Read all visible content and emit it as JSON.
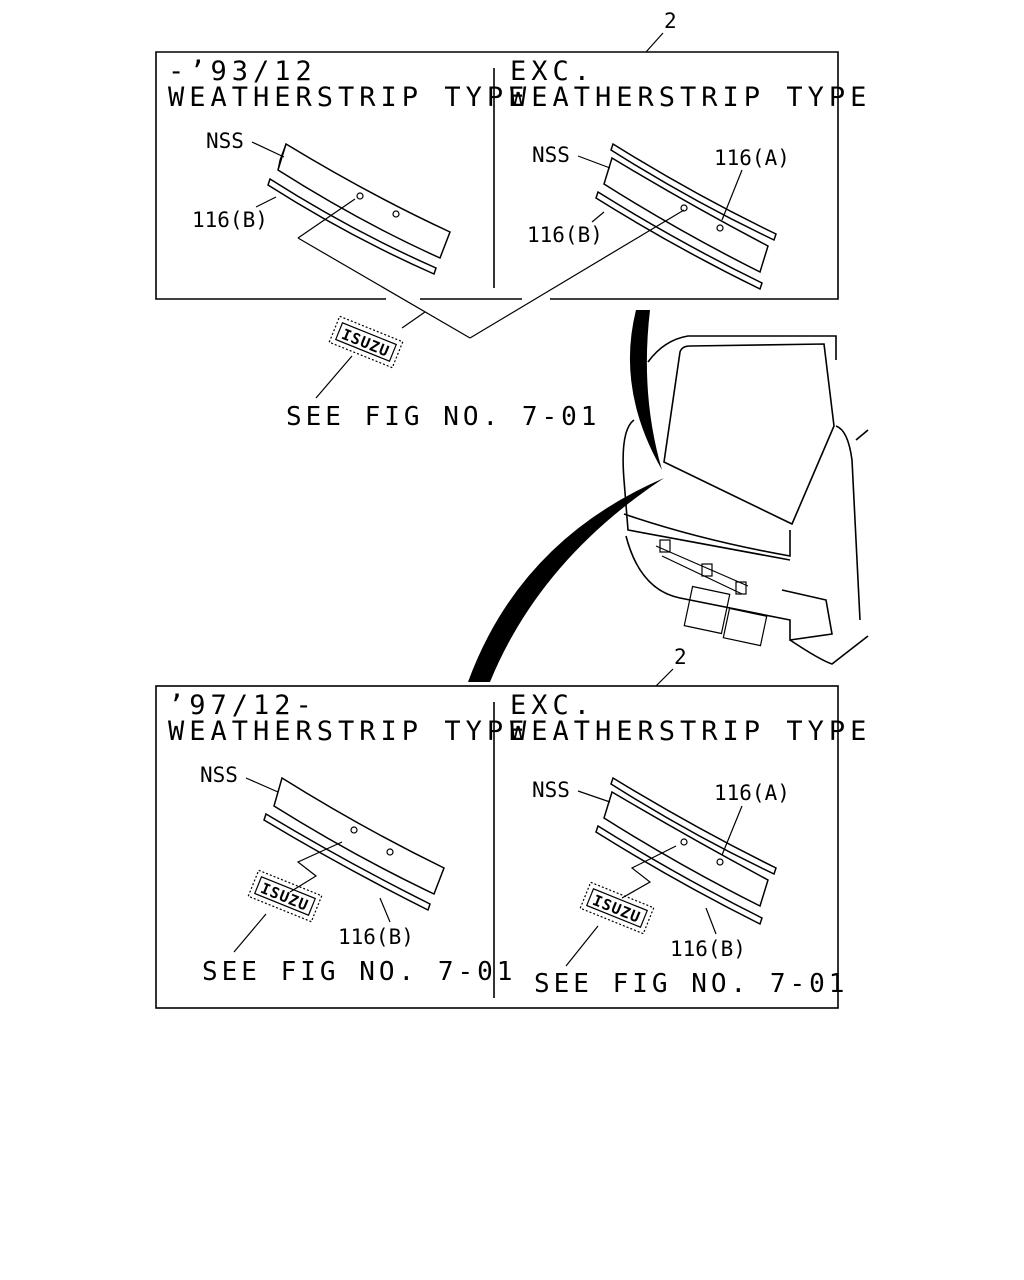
{
  "callout_top": "2",
  "callout_bottom": "2",
  "top_panel": {
    "left": {
      "date_line": "-’93/12",
      "type_line": "WEATHERSTRIP TYPE",
      "labels": {
        "nss": "NSS",
        "b": "116(B)"
      }
    },
    "right": {
      "date_line": "EXC.",
      "type_line": "WEATHERSTRIP TYPE",
      "labels": {
        "nss": "NSS",
        "a": "116(A)",
        "b": "116(B)"
      }
    }
  },
  "middle": {
    "emblem_text": "ISUZU",
    "see_ref": "SEE FIG NO. 7-01"
  },
  "bottom_panel": {
    "left": {
      "date_line": "’97/12-",
      "type_line": "WEATHERSTRIP TYPE",
      "labels": {
        "nss": "NSS",
        "b": "116(B)"
      },
      "emblem_text": "ISUZU",
      "see_ref": "SEE FIG NO. 7-01"
    },
    "right": {
      "date_line": "EXC.",
      "type_line": "WEATHERSTRIP TYPE",
      "labels": {
        "nss": "NSS",
        "a": "116(A)",
        "b": "116(B)"
      },
      "emblem_text": "ISUZU",
      "see_ref": "SEE FIG NO. 7-01"
    }
  }
}
